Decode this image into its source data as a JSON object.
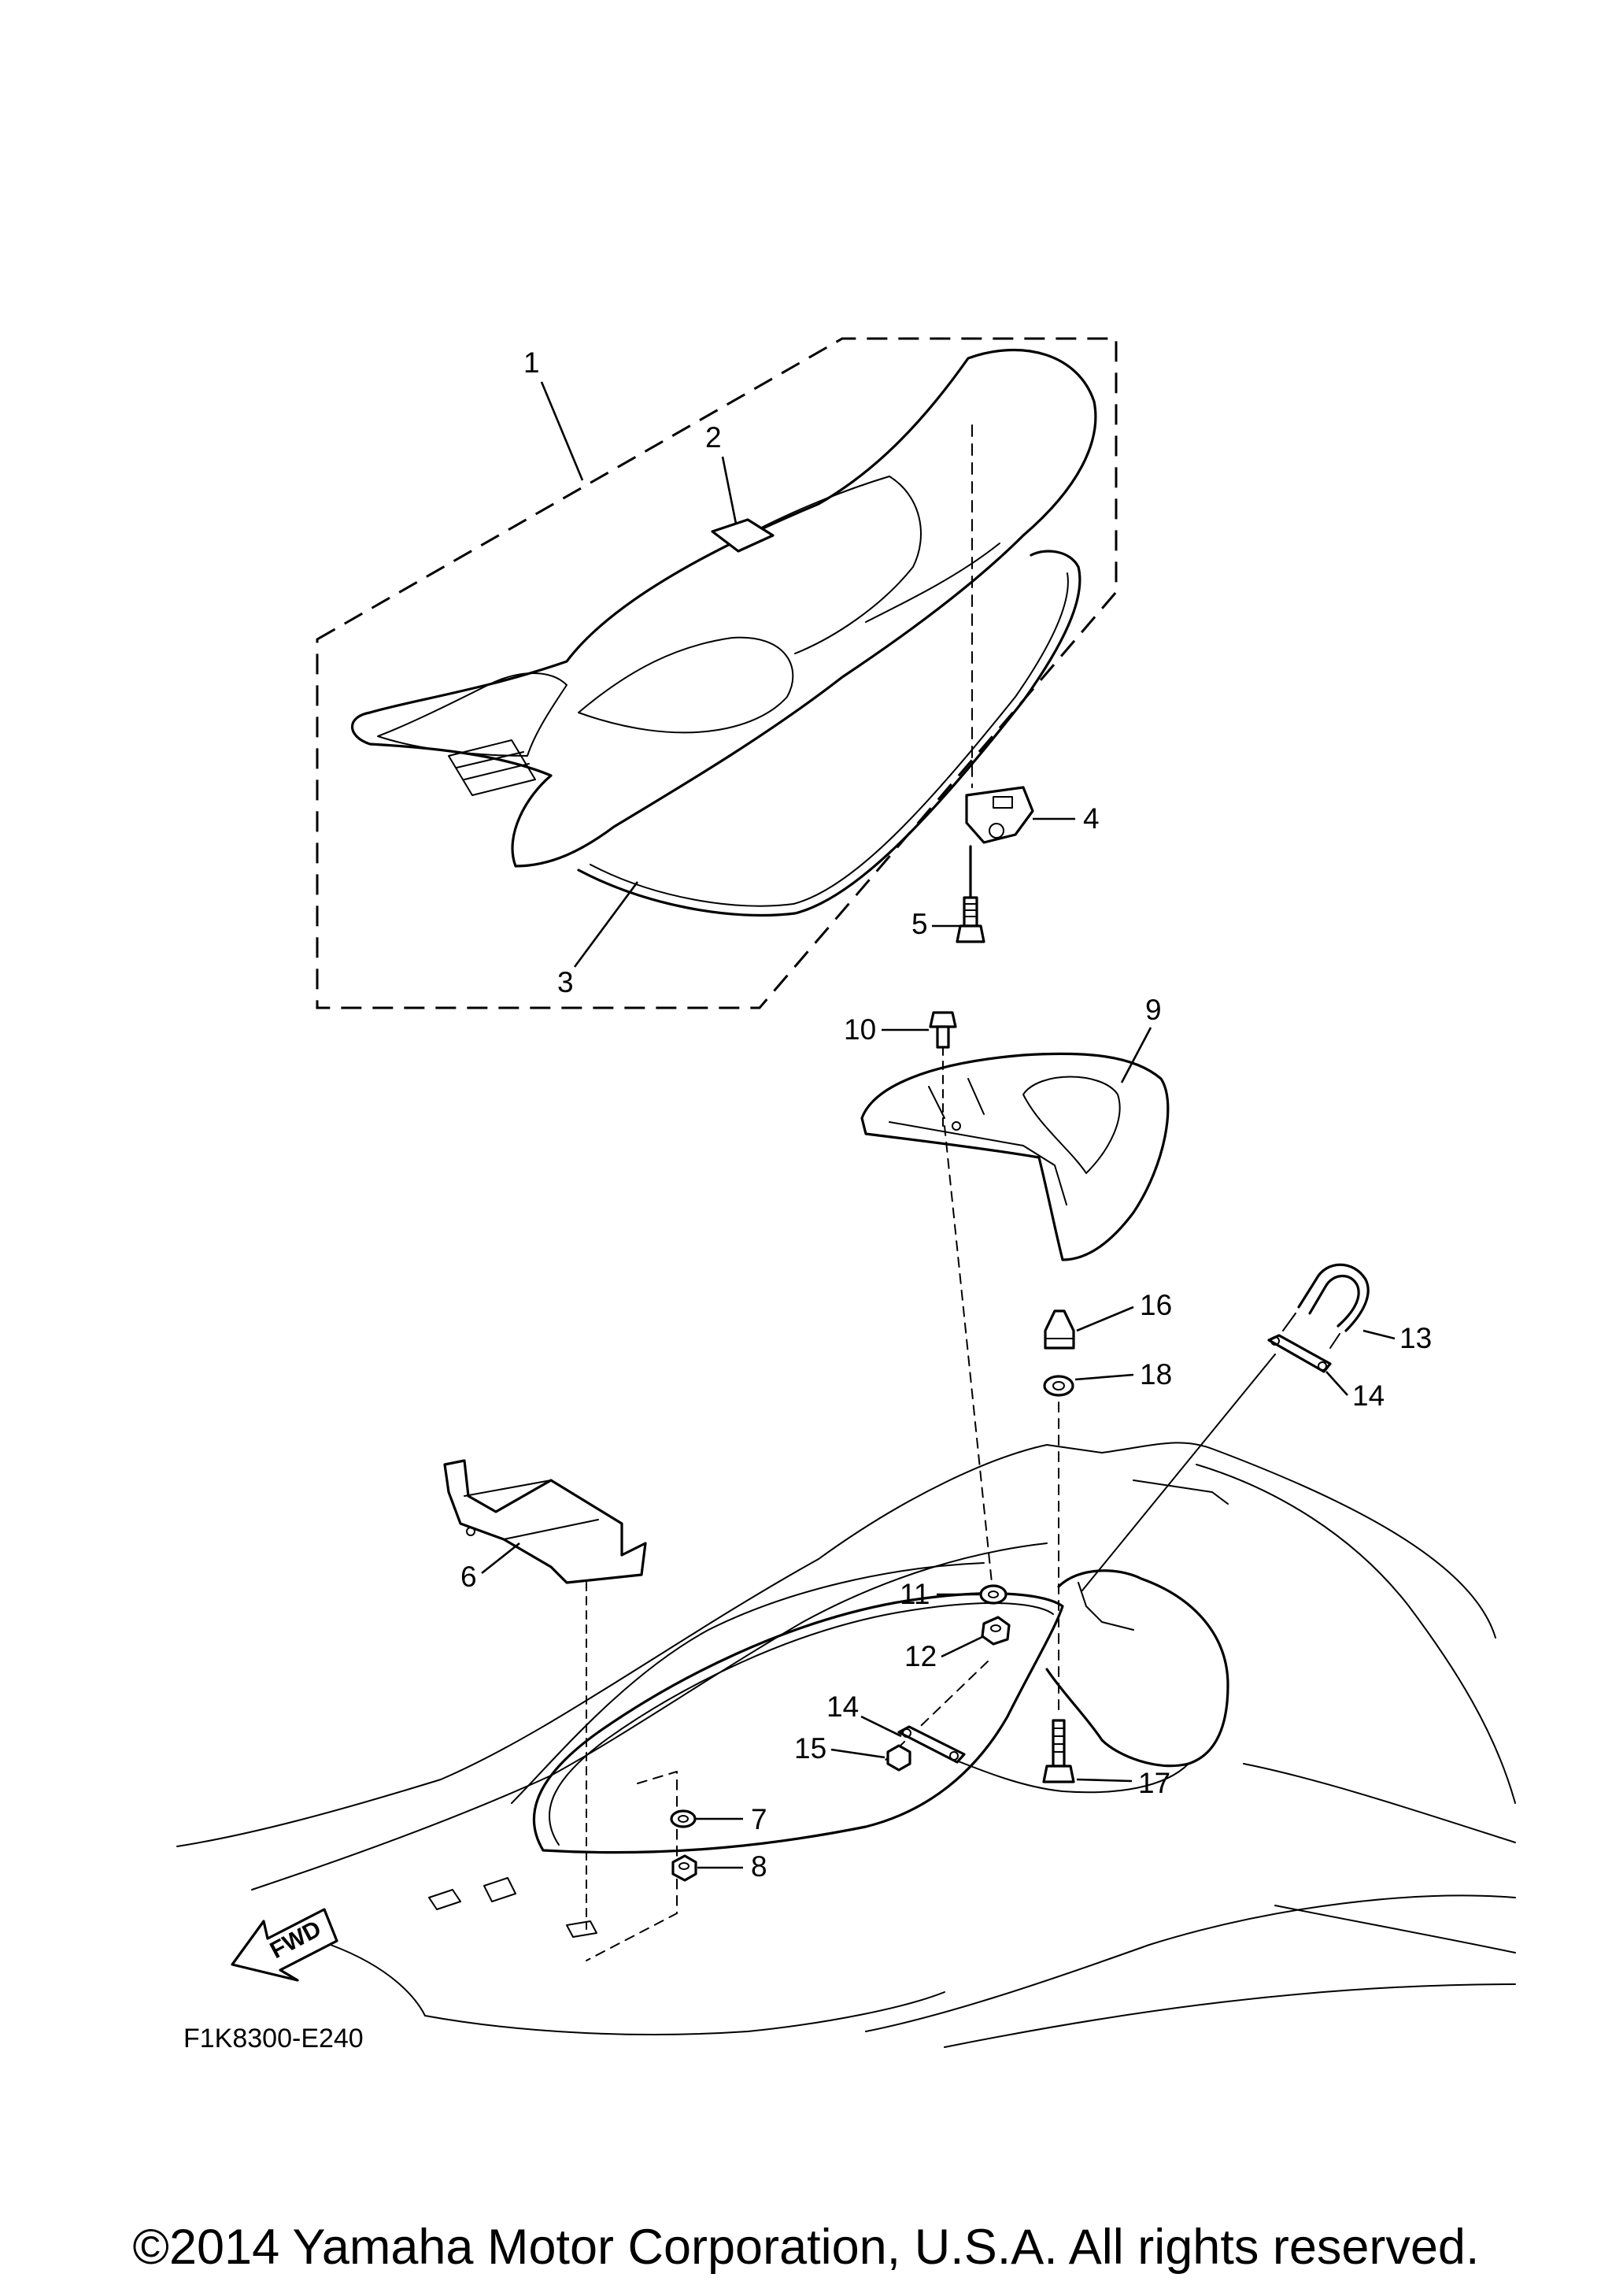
{
  "figure_code": "F1K8300-E240",
  "fwd_arrow_label": "FWD",
  "copyright": "©2014 Yamaha Motor Corporation, U.S.A. All rights reserved.",
  "callouts": [
    {
      "id": "1",
      "label": "1"
    },
    {
      "id": "2",
      "label": "2"
    },
    {
      "id": "3",
      "label": "3"
    },
    {
      "id": "4",
      "label": "4"
    },
    {
      "id": "5",
      "label": "5"
    },
    {
      "id": "6",
      "label": "6"
    },
    {
      "id": "7",
      "label": "7"
    },
    {
      "id": "8",
      "label": "8"
    },
    {
      "id": "9",
      "label": "9"
    },
    {
      "id": "10",
      "label": "10"
    },
    {
      "id": "11",
      "label": "11"
    },
    {
      "id": "12",
      "label": "12"
    },
    {
      "id": "13",
      "label": "13"
    },
    {
      "id": "14a",
      "label": "14"
    },
    {
      "id": "14b",
      "label": "14"
    },
    {
      "id": "15",
      "label": "15"
    },
    {
      "id": "16",
      "label": "16"
    },
    {
      "id": "17",
      "label": "17"
    },
    {
      "id": "18",
      "label": "18"
    }
  ]
}
